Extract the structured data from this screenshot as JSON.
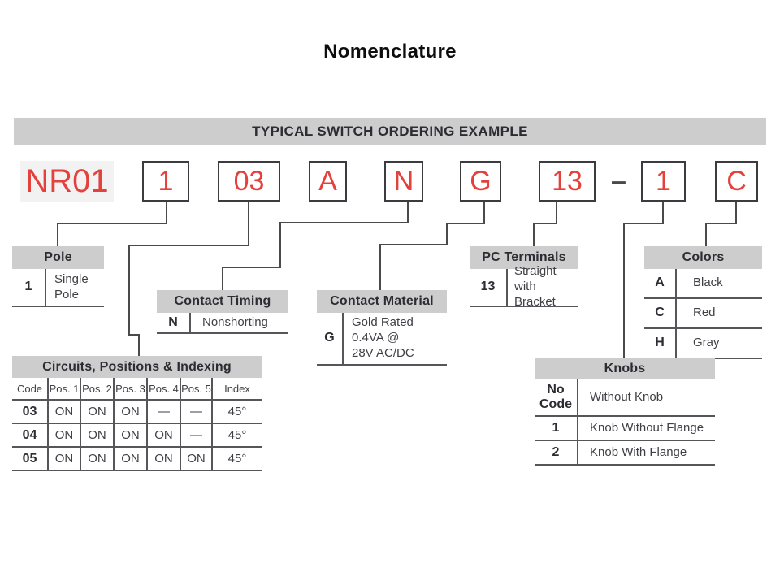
{
  "page_title": "Nomenclature",
  "banner": {
    "title": "TYPICAL SWITCH ORDERING EXAMPLE"
  },
  "code_row": {
    "prefix": "NR01",
    "boxes": [
      "1",
      "03",
      "A",
      "N",
      "G",
      "13",
      "1",
      "C"
    ],
    "separator": "–"
  },
  "theme": {
    "accent_red": "#e4403c",
    "header_gray": "#cdcdce",
    "line_gray": "#4a4a4a",
    "prefix_bg": "#f2f2f2"
  },
  "tables": {
    "pole": {
      "title": "Pole",
      "rows": [
        {
          "code": "1",
          "desc": "Single\nPole"
        }
      ]
    },
    "circuits": {
      "title": "Circuits, Positions & Indexing",
      "columns": [
        "Code",
        "Pos. 1",
        "Pos. 2",
        "Pos. 3",
        "Pos. 4",
        "Pos. 5",
        "Index"
      ],
      "rows": [
        [
          "03",
          "ON",
          "ON",
          "ON",
          "—",
          "—",
          "45°"
        ],
        [
          "04",
          "ON",
          "ON",
          "ON",
          "ON",
          "—",
          "45°"
        ],
        [
          "05",
          "ON",
          "ON",
          "ON",
          "ON",
          "ON",
          "45°"
        ]
      ]
    },
    "contact_timing": {
      "title": "Contact Timing",
      "rows": [
        {
          "code": "N",
          "desc": "Nonshorting"
        }
      ]
    },
    "contact_material": {
      "title": "Contact Material",
      "rows": [
        {
          "code": "G",
          "desc": "Gold Rated\n0.4VA @\n28V AC/DC"
        }
      ]
    },
    "pc_terminals": {
      "title": "PC Terminals",
      "rows": [
        {
          "code": "13",
          "desc": "Straight with\nBracket"
        }
      ]
    },
    "colors": {
      "title": "Colors",
      "rows": [
        {
          "code": "A",
          "desc": "Black"
        },
        {
          "code": "C",
          "desc": "Red"
        },
        {
          "code": "H",
          "desc": "Gray"
        }
      ]
    },
    "knobs": {
      "title": "Knobs",
      "rows": [
        {
          "code": "No\nCode",
          "desc": "Without Knob"
        },
        {
          "code": "1",
          "desc": "Knob Without Flange"
        },
        {
          "code": "2",
          "desc": "Knob With Flange"
        }
      ]
    }
  }
}
